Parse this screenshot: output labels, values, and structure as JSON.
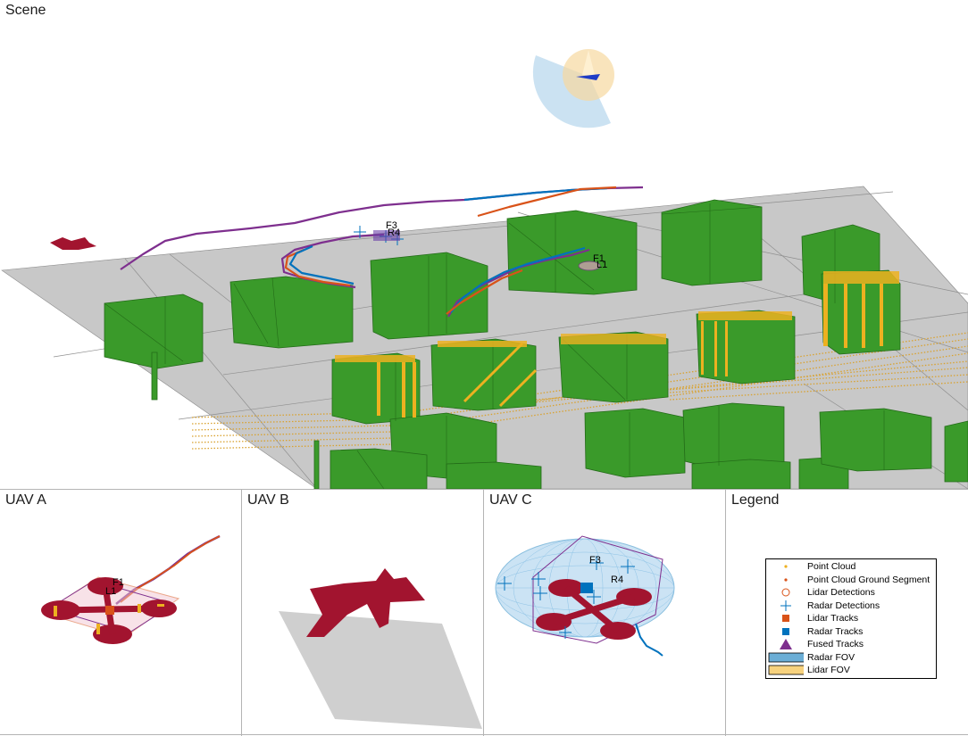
{
  "panels": {
    "scene": {
      "title": "Scene"
    },
    "uav_a": {
      "title": "UAV A",
      "labels": [
        "F1",
        "L1"
      ]
    },
    "uav_b": {
      "title": "UAV B"
    },
    "uav_c": {
      "title": "UAV C",
      "labels": [
        "F3",
        "R4"
      ]
    },
    "legend": {
      "title": "Legend"
    }
  },
  "scene_labels": {
    "cluster_1": [
      "F3",
      "R4"
    ],
    "cluster_2": [
      "F1",
      "L1"
    ]
  },
  "legend": {
    "items": [
      {
        "label": "Point Cloud",
        "symbol": "dot-small",
        "color": "#EDB120"
      },
      {
        "label": "Point Cloud Ground Segment",
        "symbol": "dot-small",
        "color": "#D95319"
      },
      {
        "label": "Lidar Detections",
        "symbol": "circle",
        "color": "#D95319"
      },
      {
        "label": "Radar Detections",
        "symbol": "plus",
        "color": "#0072BD"
      },
      {
        "label": "Lidar Tracks",
        "symbol": "square",
        "color": "#D95319"
      },
      {
        "label": "Radar Tracks",
        "symbol": "square",
        "color": "#0072BD"
      },
      {
        "label": "Fused Tracks",
        "symbol": "triangle",
        "color": "#7E2F8E"
      },
      {
        "label": "Radar FOV",
        "symbol": "patch",
        "color": "#6BAED6"
      },
      {
        "label": "Lidar FOV",
        "symbol": "patch",
        "color": "#F7D27E"
      }
    ]
  },
  "colors": {
    "building": "#3A9A2A",
    "building_edge": "#236B18",
    "ground": "#C8C8C8",
    "uav_body": "#A2142F",
    "point_cloud": "#EDB120",
    "lidar": "#D95319",
    "radar": "#0072BD",
    "fused": "#7E2F8E"
  }
}
